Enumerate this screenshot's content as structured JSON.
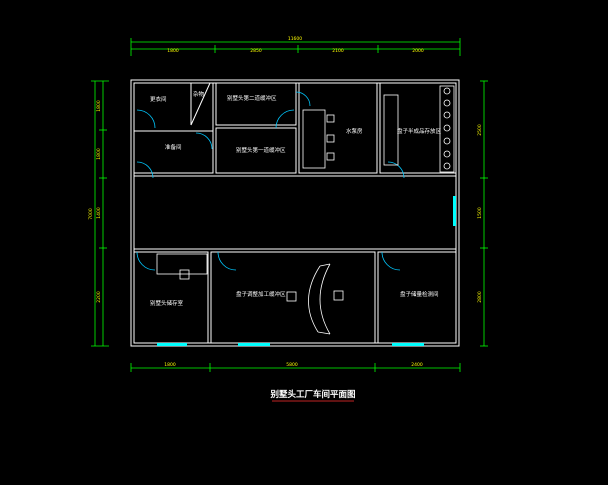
{
  "drawing": {
    "title": "别墅头工厂车间平面图",
    "colors": {
      "background": "#000000",
      "wall": "#ffffff",
      "dimension": "#00ff00",
      "dimension_text": "#ffff00",
      "door": "#00c8ff",
      "window": "#00ffff",
      "furniture": "#ffffff",
      "title_underline": "#ff3030"
    }
  },
  "dimensions": {
    "top_total": "11600",
    "top_segments": [
      "1800",
      "2850",
      "2100",
      "2000"
    ],
    "bottom_segments": [
      "1800",
      "5800",
      "2400"
    ],
    "left_total": "7000",
    "left_segments": [
      "1800",
      "1800",
      "1400",
      "2200"
    ],
    "right_segments": [
      "2500",
      "1500",
      "2800"
    ]
  },
  "rooms": {
    "washroom": "更衣间",
    "storage": "杂物",
    "secondary_dressing": "别墅头第二道缓冲区",
    "prep": "准备间",
    "first_dressing": "别墅头第一道缓冲区",
    "pump_room": "水泵房",
    "plate_room": "盘子半成品存放区",
    "storage_room": "别墅头储存室",
    "processing": "盘子调整加工缓冲区",
    "packing": "盘子储量检测间"
  }
}
